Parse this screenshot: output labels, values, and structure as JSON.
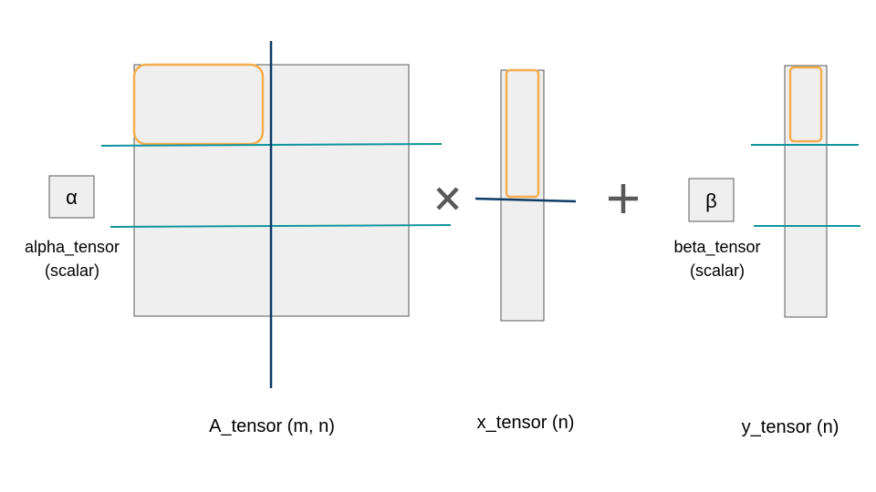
{
  "labels": {
    "a_tensor": "A_tensor (m, n)",
    "x_tensor": "x_tensor (n)",
    "y_tensor": "y_tensor (n)",
    "alpha_symbol": "α",
    "alpha_name": "alpha_tensor",
    "alpha_kind": "(scalar)",
    "beta_symbol": "β",
    "beta_name": "beta_tensor",
    "beta_kind": "(scalar)"
  },
  "operators": {
    "multiply": "multiply-icon",
    "add": "plus-icon"
  },
  "colors": {
    "block_fill": "#efefef",
    "block_stroke": "#595959",
    "tile_highlight": "#f6ad4f",
    "row_split_line": "#12949e",
    "col_split_line": "#0e3b66",
    "operator": "#595959"
  }
}
